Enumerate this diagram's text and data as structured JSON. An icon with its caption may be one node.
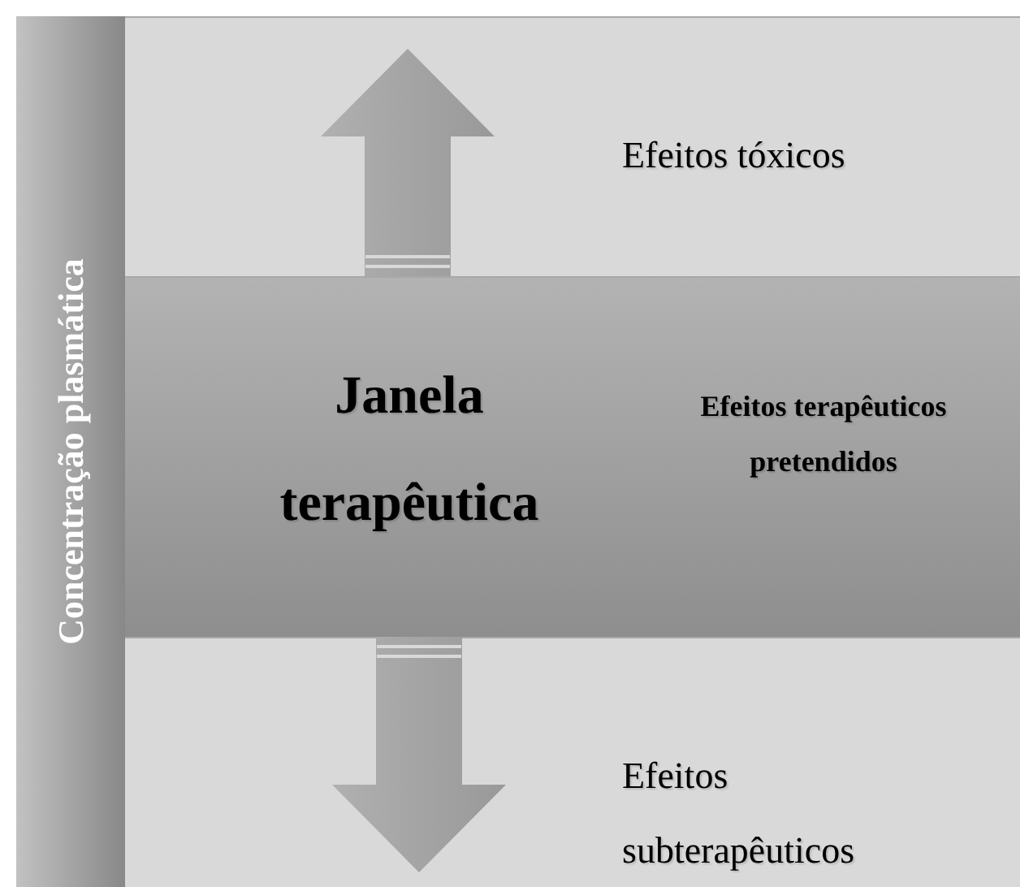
{
  "diagram": {
    "nodes": [
      {
        "text": [
          "Concentração plasmática"
        ]
      },
      {
        "text": [
          "Efeitos tóxicos"
        ]
      },
      {
        "text": [
          "Janela terapêutica",
          "Efeitos terapêuticos pretendidos"
        ]
      },
      {
        "text": [
          "Efeitos subterapêuticos"
        ]
      }
    ],
    "edges": [
      {
        "from": 2,
        "to": 1,
        "arrow": "to"
      },
      {
        "from": 2,
        "to": 3,
        "arrow": "to"
      }
    ]
  }
}
